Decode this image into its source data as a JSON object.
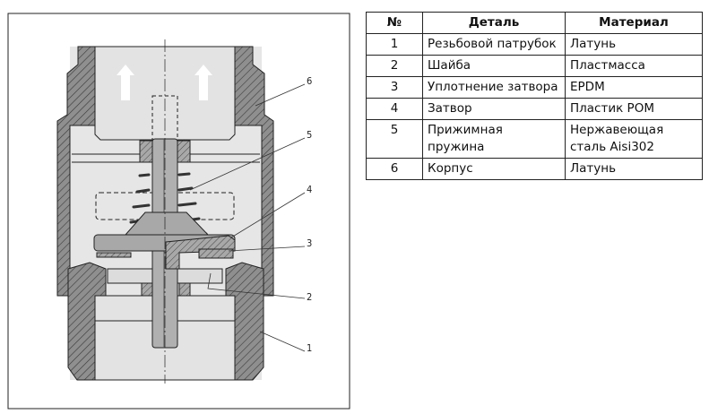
{
  "diagram": {
    "callouts": [
      "6",
      "5",
      "4",
      "3",
      "2",
      "1"
    ],
    "colors": {
      "body": "#8f8f8f",
      "cavity": "#e6e6e6",
      "hatch": "#444444",
      "arrow": "#ffffff"
    }
  },
  "table": {
    "headers": {
      "num": "№",
      "part": "Деталь",
      "material": "Материал"
    },
    "rows": [
      {
        "num": "1",
        "part": "Резьбовой патрубок",
        "material": "Латунь"
      },
      {
        "num": "2",
        "part": "Шайба",
        "material": "Пластмасса"
      },
      {
        "num": "3",
        "part": "Уплотнение затвора",
        "material": "EPDM"
      },
      {
        "num": "4",
        "part": "Затвор",
        "material": "Пластик POM"
      },
      {
        "num": "5",
        "part": "Прижимная пружина",
        "material": "Нержавеющая сталь Aisi302"
      },
      {
        "num": "6",
        "part": "Корпус",
        "material": "Латунь"
      }
    ]
  }
}
